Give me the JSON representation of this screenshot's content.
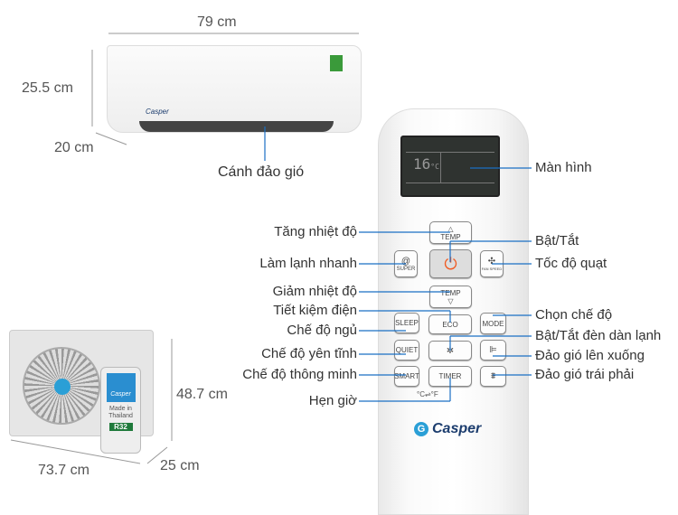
{
  "indoor_unit": {
    "width": "79 cm",
    "height": "25.5 cm",
    "depth": "20 cm",
    "louver_label": "Cánh đảo gió",
    "brand": "Casper"
  },
  "outdoor_unit": {
    "height": "48.7 cm",
    "width": "73.7 cm",
    "depth": "25 cm",
    "brand": "Casper",
    "made_in": "Made in Thailand",
    "refrigerant": "R32"
  },
  "remote": {
    "display_temp": "16",
    "display_unit": "°C",
    "buttons": {
      "temp_up": "TEMP",
      "temp_down": "TEMP",
      "super": "SUPER",
      "fan_speed": "FAN SPEED",
      "sleep": "SLEEP",
      "eco": "ECO",
      "mode": "MODE",
      "quiet": "QUIET",
      "smart": "SMART",
      "timer": "TIMER",
      "unit_toggle": "°C⇌°F"
    },
    "brand": "Casper"
  },
  "labels_left": [
    "Tăng nhiệt độ",
    "Làm lạnh nhanh",
    "Giảm nhiệt độ",
    "Tiết kiệm điện",
    "Chế độ ngủ",
    "Chế độ yên tĩnh",
    "Chế độ thông minh",
    "Hẹn giờ"
  ],
  "labels_right": [
    "Màn hình",
    "Bật/Tắt",
    "Tốc độ quạt",
    "Chọn chế độ",
    "Bật/Tắt đèn dàn lạnh",
    "Đảo gió lên xuống",
    "Đảo gió trái phải"
  ],
  "line_color": "#1a6fc4"
}
